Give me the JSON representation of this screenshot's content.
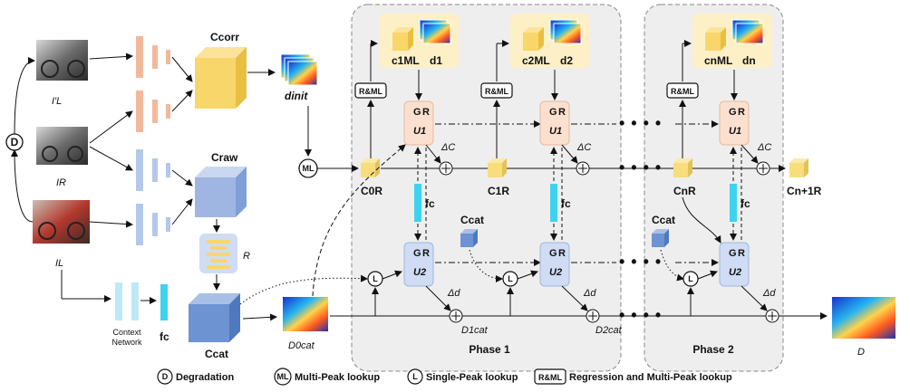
{
  "inputs": {
    "i_prime_l": "I'L",
    "i_r": "IR",
    "i_l": "IL"
  },
  "degradation_node": "D",
  "encoder": {
    "c_corr": "Ccorr",
    "c_raw": "Craw",
    "c_cat": "Ccat",
    "refine": "R",
    "context_network": [
      "Context",
      "Network"
    ],
    "f_c": "fc",
    "d_init": "dinit",
    "ml_node": "ML"
  },
  "phase1": {
    "title": "Phase 1",
    "blocks": [
      {
        "c_ml": "c1ML",
        "d": "d1",
        "c_r": "C0R",
        "d_cat": "D1cat"
      },
      {
        "c_ml": "c2ML",
        "d": "d2",
        "c_r": "C1R",
        "d_cat": "D2cat"
      }
    ],
    "c_cat": "Ccat",
    "d_cat0": "D0cat"
  },
  "phase2": {
    "title": "Phase 2",
    "c_ml": "cnML",
    "d": "dn",
    "c_r": "CnR",
    "c_r_next": "Cn+1R",
    "c_cat": "Ccat"
  },
  "common": {
    "rml": "R&ML",
    "l_node": "L",
    "gru_g": "G",
    "gru_r": "R",
    "gru_u1": "U1",
    "gru_u2": "U2",
    "delta_c": "ΔC",
    "delta_d": "Δd",
    "f_c": "fc",
    "ellipsis": "• • • •"
  },
  "output": "D",
  "legend": [
    {
      "symbol": "D",
      "text": "Degradation"
    },
    {
      "symbol": "ML",
      "text": "Multi-Peak lookup"
    },
    {
      "symbol": "L",
      "text": "Single-Peak lookup"
    },
    {
      "symbol": "R&ML",
      "text": "Regression and Multi-Peak lookup"
    }
  ],
  "colors": {
    "corr_cube": "#f9d66a",
    "raw_cube": "#9fb6e2",
    "cat_cube": "#6d93d2",
    "orange_bar": "#f1b99b",
    "blue_bar": "#b4c8ea",
    "cyan_bar": "#3fd2ef",
    "gru1": "#fbe0cf",
    "gru2": "#cfdcf3",
    "state_cube": "#f7dd7b",
    "phase_bg": "#eeeeee",
    "ml_box": "#fdf0c7"
  }
}
